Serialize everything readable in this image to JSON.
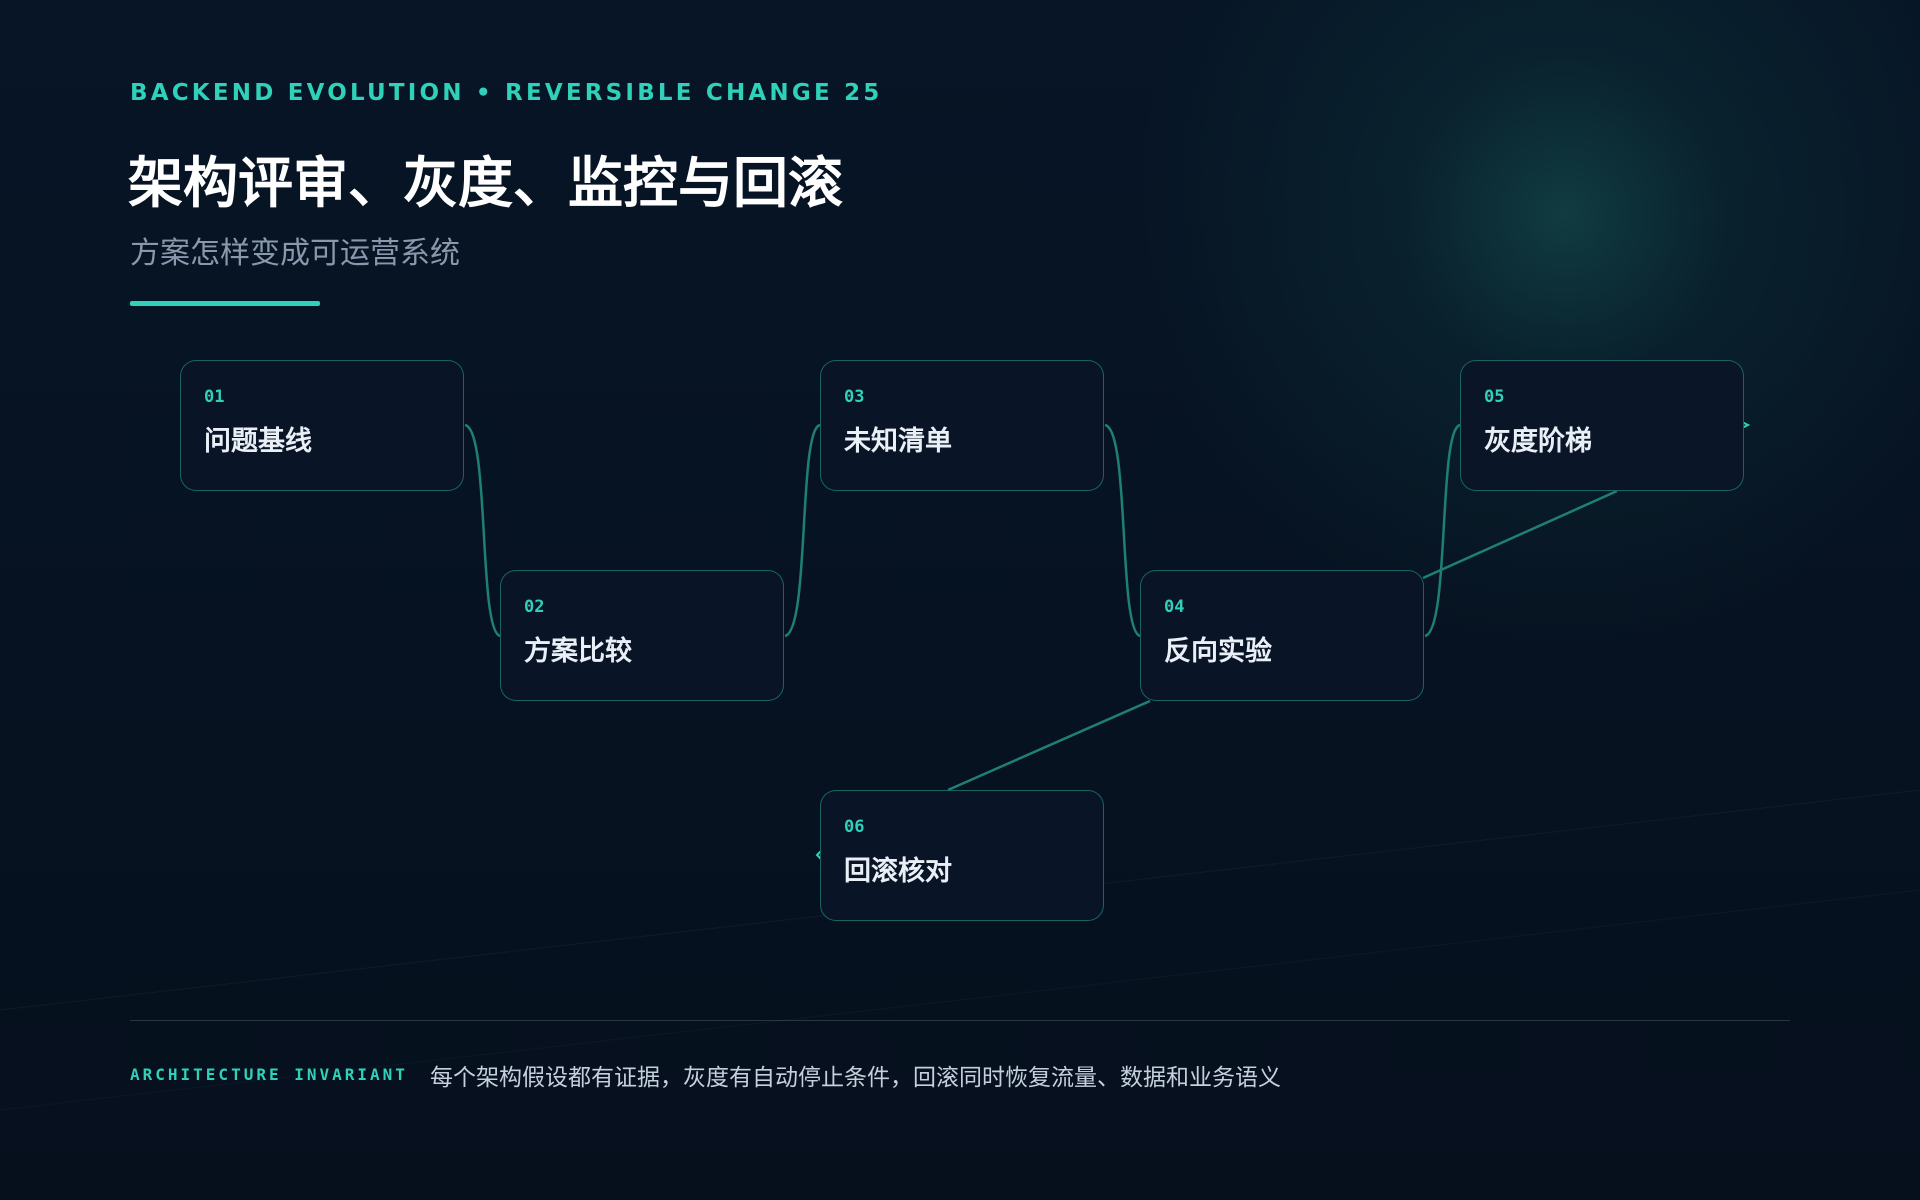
{
  "header": {
    "eyebrow": "BACKEND EVOLUTION • REVERSIBLE CHANGE 25",
    "title": "架构评审、灰度、监控与回滚",
    "subtitle": "方案怎样变成可运营系统"
  },
  "steps": [
    {
      "num": "01",
      "label": "问题基线"
    },
    {
      "num": "02",
      "label": "方案比较"
    },
    {
      "num": "03",
      "label": "未知清单"
    },
    {
      "num": "04",
      "label": "反向实验"
    },
    {
      "num": "05",
      "label": "灰度阶梯"
    },
    {
      "num": "06",
      "label": "回滚核对"
    }
  ],
  "footer": {
    "tag": "ARCHITECTURE INVARIANT",
    "text": "每个架构假设都有证据，灰度有自动停止条件，回滚同时恢复流量、数据和业务语义"
  },
  "colors": {
    "accent": "#2fd1b8",
    "background": "#06111f",
    "node_fill": "#0a1528",
    "connector": "#1f7f76"
  }
}
